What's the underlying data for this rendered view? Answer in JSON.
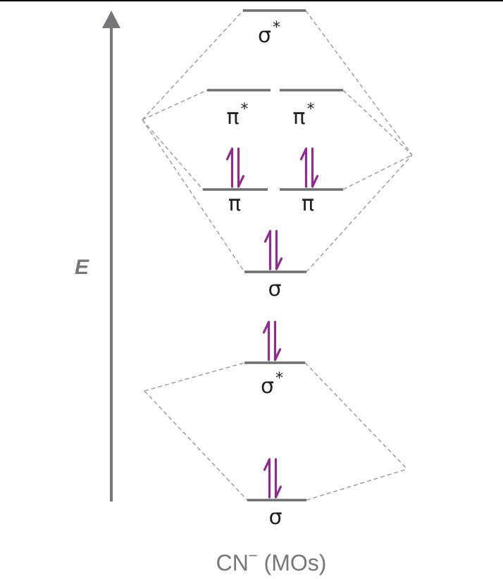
{
  "axis": {
    "label": "E"
  },
  "levels": [
    {
      "id": "sigma-star-top",
      "symbol": "σ",
      "superscript": "*",
      "electrons": 0
    },
    {
      "id": "pi-star-left",
      "symbol": "π",
      "superscript": "*",
      "electrons": 0
    },
    {
      "id": "pi-star-right",
      "symbol": "π",
      "superscript": "*",
      "electrons": 0
    },
    {
      "id": "pi-left",
      "symbol": "π",
      "superscript": "",
      "electrons": 2
    },
    {
      "id": "pi-right",
      "symbol": "π",
      "superscript": "",
      "electrons": 2
    },
    {
      "id": "sigma-mid",
      "symbol": "σ",
      "superscript": "",
      "electrons": 2
    },
    {
      "id": "sigma-star-low",
      "symbol": "σ",
      "superscript": "*",
      "electrons": 2
    },
    {
      "id": "sigma-bottom",
      "symbol": "σ",
      "superscript": "",
      "electrons": 2
    }
  ],
  "caption": {
    "species": "CN",
    "charge": "−",
    "suffix": " (MOs)"
  },
  "colors": {
    "electron_arrows": "#8e2d8f",
    "levels": "#6d6e71",
    "dashes": "#999999",
    "axis": "#77777a",
    "text": "#231f20"
  }
}
